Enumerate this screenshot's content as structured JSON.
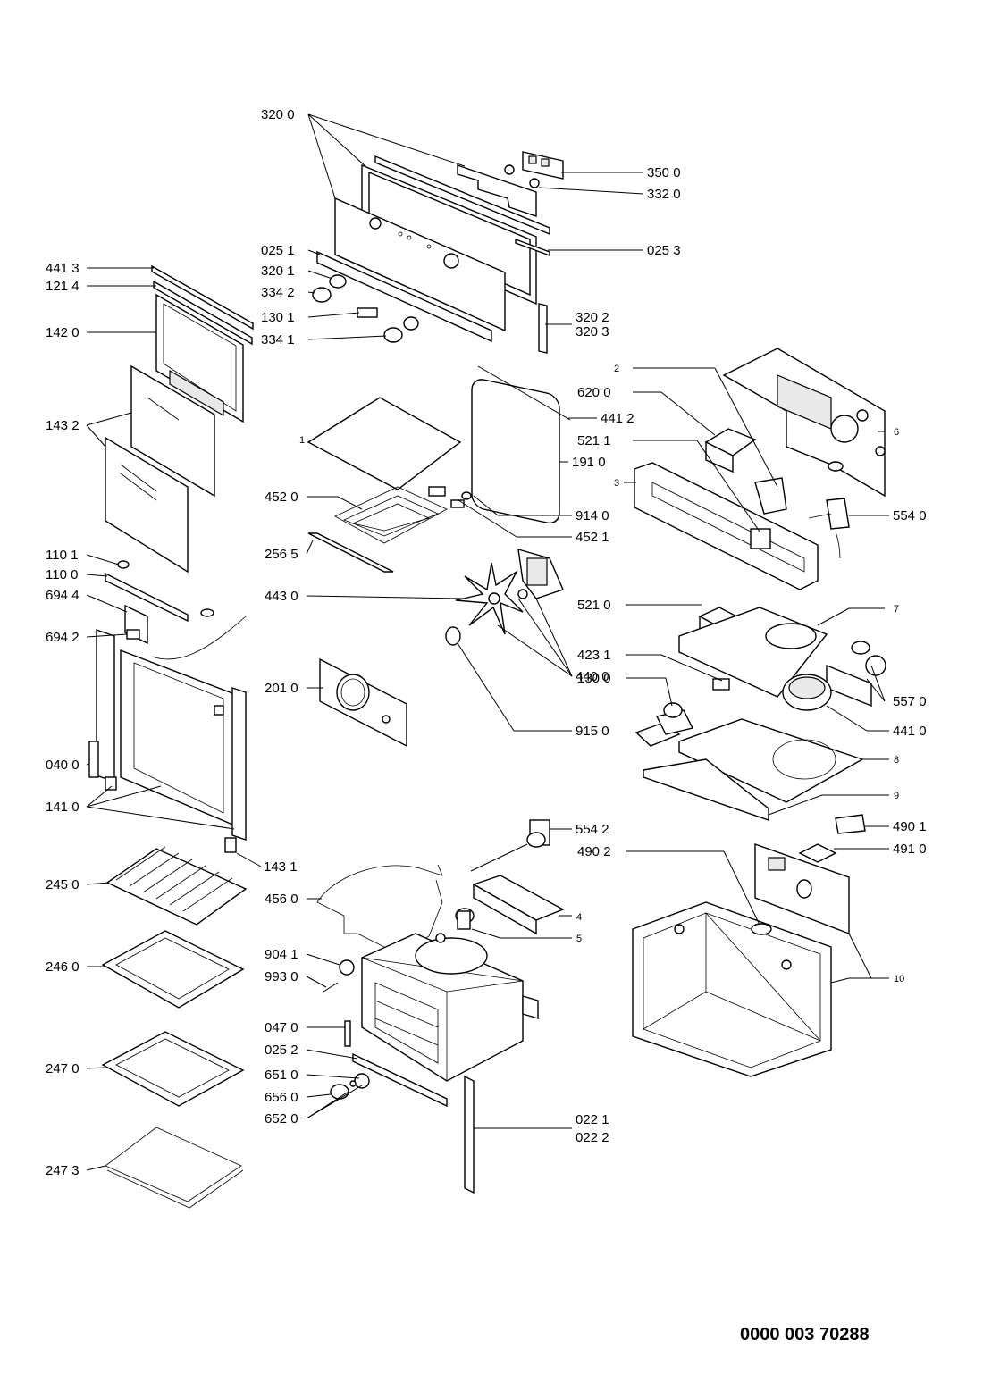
{
  "document_number": "0000 003 70288",
  "callouts": {
    "c3200": "320 0",
    "c3500": "350 0",
    "c3320": "332 0",
    "c0251": "025 1",
    "c0253": "025 3",
    "c3201": "320 1",
    "c3342": "334 2",
    "c1301": "130 1",
    "c3202": "320 2",
    "c3203": "320 3",
    "c3341": "334 1",
    "c4413": "441 3",
    "c1214": "121 4",
    "c1420": "142 0",
    "c1432": "143 2",
    "c1101": "110 1",
    "c1100": "110 0",
    "c6944": "694 4",
    "c6942": "694 2",
    "c0400": "040 0",
    "c1410": "141 0",
    "c1431": "143 1",
    "c2450": "245 0",
    "c2460": "246 0",
    "c2470": "247 0",
    "c2473": "247 3",
    "c1": "1",
    "c4520": "452 0",
    "c2565": "256 5",
    "c4430": "443 0",
    "c2010": "201 0",
    "c4412": "441 2",
    "c1910": "191 0",
    "c9140": "914 0",
    "c4521": "452 1",
    "c4400": "440 0",
    "c9150": "915 0",
    "c6200": "620 0",
    "c2": "2",
    "c6": "6",
    "c5211": "521 1",
    "c3": "3",
    "c5540": "554 0",
    "c5210": "521 0",
    "c7": "7",
    "c4231": "423 1",
    "c1300": "130 0",
    "c5570": "557 0",
    "c4410": "441 0",
    "c8": "8",
    "c9": "9",
    "c5542": "554 2",
    "c4901": "490 1",
    "c4902": "490 2",
    "c4910": "491 0",
    "c4560": "456 0",
    "c4": "4",
    "c5": "5",
    "c9041": "904 1",
    "c9930": "993 0",
    "c0470": "047 0",
    "c0252": "025 2",
    "c6510": "651 0",
    "c6560": "656 0",
    "c6520": "652 0",
    "c0221": "022 1",
    "c0222": "022 2",
    "c10": "10"
  }
}
